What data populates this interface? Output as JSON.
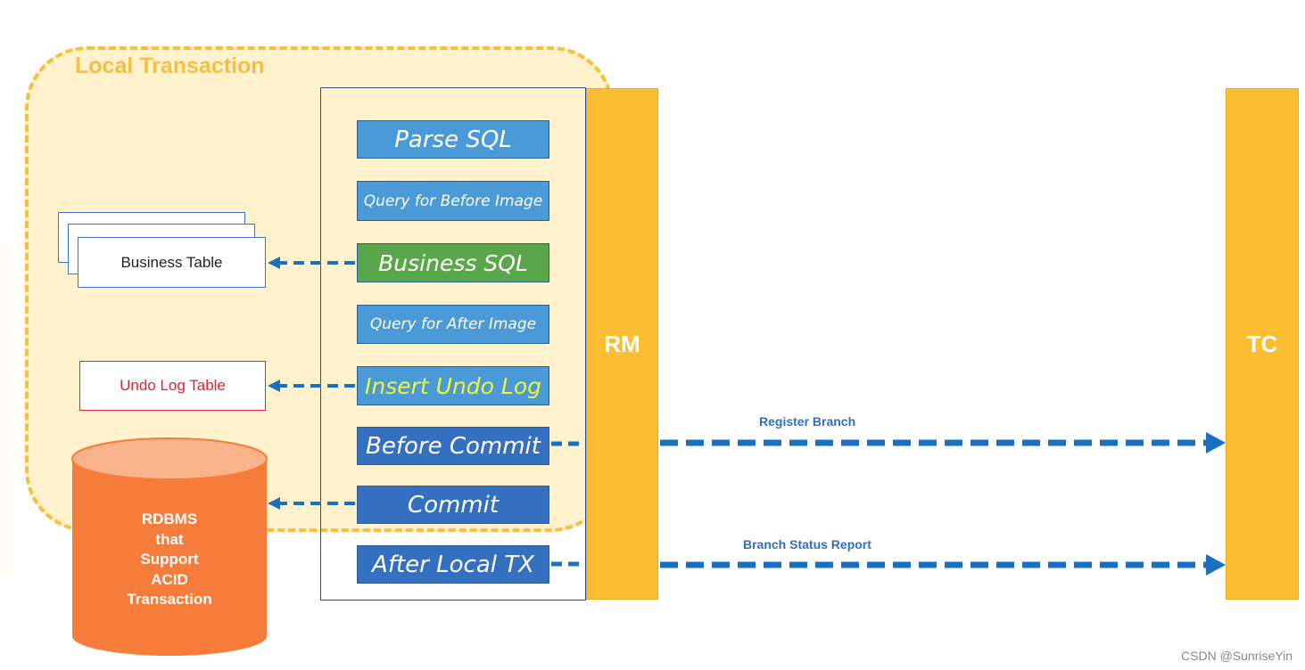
{
  "local_transaction": {
    "title": "Local Transaction"
  },
  "steps": [
    {
      "label": "Parse SQL",
      "fill": "#4a9ad8",
      "text_color": "#ffffff"
    },
    {
      "label": "Query for Before Image",
      "fill": "#4a9ad8",
      "text_color": "#ffffff"
    },
    {
      "label": "Business SQL",
      "fill": "#5aa64a",
      "text_color": "#ffffff"
    },
    {
      "label": "Query for After Image",
      "fill": "#4a9ad8",
      "text_color": "#ffffff"
    },
    {
      "label": "Insert Undo Log",
      "fill": "#4a9ad8",
      "text_color": "#f5f23a"
    },
    {
      "label": "Before Commit",
      "fill": "#3570c0",
      "text_color": "#ffffff"
    },
    {
      "label": "Commit",
      "fill": "#3570c0",
      "text_color": "#ffffff"
    },
    {
      "label": "After Local TX",
      "fill": "#3570c0",
      "text_color": "#ffffff"
    }
  ],
  "rm": {
    "label": "RM"
  },
  "tc": {
    "label": "TC"
  },
  "business_table": {
    "label": "Business Table"
  },
  "undo_log_table": {
    "label": "Undo Log Table"
  },
  "rdbms": {
    "lines": [
      "RDBMS",
      "that",
      "Support",
      "ACID",
      "Transaction"
    ]
  },
  "arrows": {
    "register_branch": "Register Branch",
    "branch_status_report": "Branch Status Report"
  },
  "watermark": "CSDN @SunriseYin",
  "colors": {
    "local_tx_fill": "#fff2cc",
    "local_tx_border": "#f7bf3b",
    "bar_fill": "#fbbd32",
    "arrow": "#1a6fc0",
    "cylinder": "#f57c3b",
    "undo_border": "#e02232"
  }
}
